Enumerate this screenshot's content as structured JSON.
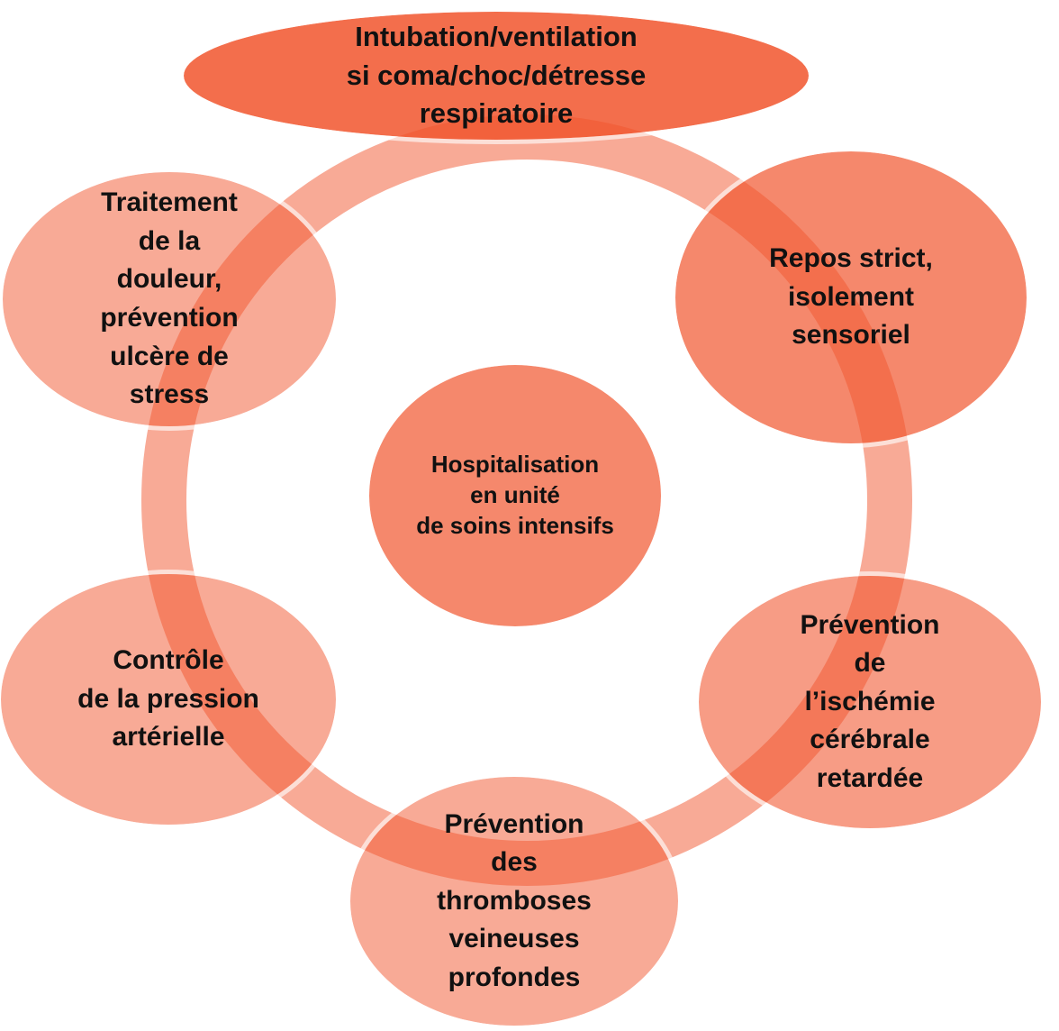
{
  "figure": {
    "description": "Cycle diagram of intensive-care measures around central hospitalisation node",
    "language": "fr"
  },
  "colors": {
    "base_accent": "#f1552d",
    "top_ellipse": "#f3664a",
    "medium_circle": "#f5886c",
    "medium_light_circle": "#f79c85",
    "light_circle": "#f8aa96",
    "ring": "#f8aa96",
    "ring_overlap": "#f47f62",
    "text": "#111111",
    "background": "#ffffff"
  },
  "nodes": {
    "center": {
      "text": "Hospitalisation\nen unité\nde soins intensifs"
    },
    "top": {
      "text": "Intubation/ventilation\nsi coma/choc/détresse\nrespiratoire"
    },
    "upper_right": {
      "text": "Repos strict,\nisolement\nsensoriel"
    },
    "lower_right": {
      "text": "Prévention\nde\nl’ischémie\ncérébrale\nretardée"
    },
    "bottom": {
      "text": "Prévention\ndes\nthromboses\nveineuses\nprofondes"
    },
    "lower_left": {
      "text": "Contrôle\nde la pression\nartérielle"
    },
    "upper_left": {
      "text": "Traitement\nde la\ndouleur,\nprévention\nulcère de\nstress"
    }
  }
}
